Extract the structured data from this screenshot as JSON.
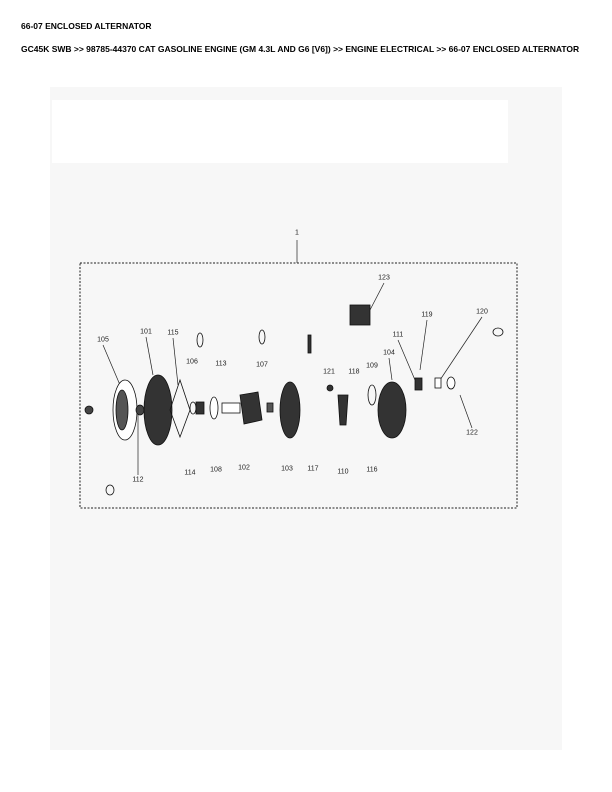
{
  "header": {
    "title": "66-07 ENCLOSED ALTERNATOR",
    "breadcrumb": "GC45K SWB >> 98785-44370 CAT GASOLINE ENGINE (GM 4.3L AND G6 [V6]) >> ENGINE ELECTRICAL >> 66-07 ENCLOSED ALTERNATOR"
  },
  "diagram": {
    "assembly_label": "1",
    "callouts": {
      "c123": "123",
      "c119": "119",
      "c120": "120",
      "c111": "111",
      "c104": "104",
      "c109": "109",
      "c118": "118",
      "c121": "121",
      "c107": "107",
      "c113": "113",
      "c106": "106",
      "c115a": "115",
      "c101": "101",
      "c105": "105",
      "c112": "112",
      "c114": "114",
      "c108": "108",
      "c102": "102",
      "c103": "103",
      "c117": "117",
      "c110": "110",
      "c116": "116",
      "c122": "122"
    }
  }
}
